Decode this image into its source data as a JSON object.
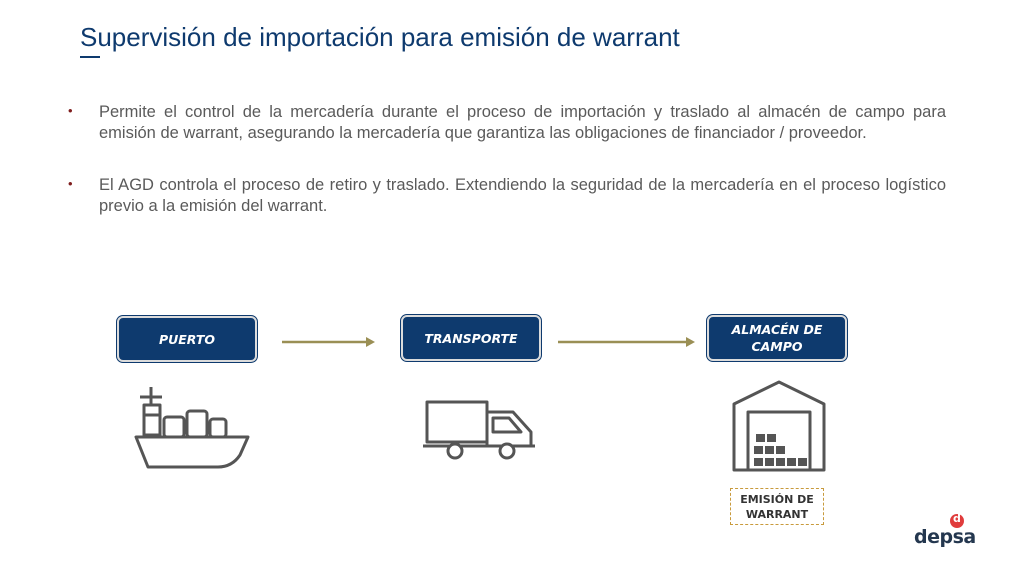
{
  "title": "Supervisión de importación para emisión de warrant",
  "bullets": [
    {
      "marker": "•",
      "text": "Permite el control de la mercadería durante el proceso de importación y traslado al almacén de campo para emisión de warrant, asegurando la mercadería que garantiza las obligaciones de financiador / proveedor."
    },
    {
      "marker": "•",
      "text": "El AGD controla el proceso de retiro y traslado. Extendiendo la seguridad de la mercadería en el proceso logístico previo a la emisión del warrant."
    }
  ],
  "flow": {
    "nodes": [
      {
        "label": "PUERTO",
        "icon": "ship-icon"
      },
      {
        "label": "TRANSPORTE",
        "icon": "truck-icon"
      },
      {
        "label_line1": "ALMACÉN DE",
        "label_line2": "CAMPO",
        "icon": "warehouse-icon"
      }
    ],
    "output": {
      "line1": "EMISIÓN DE",
      "line2": "WARRANT"
    }
  },
  "colors": {
    "title": "#0e3a6e",
    "node_fill": "#0e3a6e",
    "arrow": "#9a8f55",
    "icon": "#555555",
    "output_border": "#c89a3c",
    "logo_accent": "#e03c3c"
  },
  "logo": {
    "text": "depsa"
  }
}
